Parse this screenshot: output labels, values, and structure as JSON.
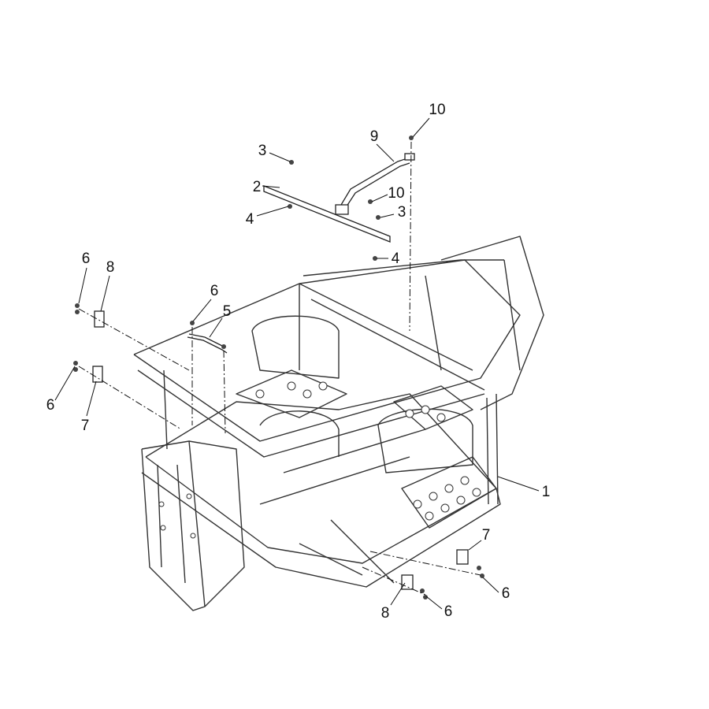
{
  "diagram": {
    "type": "exploded parts diagram",
    "line_color": "#333333",
    "callouts": [
      {
        "label": "10"
      },
      {
        "label": "9"
      },
      {
        "label": "3"
      },
      {
        "label": "2"
      },
      {
        "label": "10"
      },
      {
        "label": "3"
      },
      {
        "label": "4"
      },
      {
        "label": "4"
      },
      {
        "label": "6"
      },
      {
        "label": "8"
      },
      {
        "label": "6"
      },
      {
        "label": "5"
      },
      {
        "label": "6"
      },
      {
        "label": "7"
      },
      {
        "label": "1"
      },
      {
        "label": "7"
      },
      {
        "label": "6"
      },
      {
        "label": "8"
      },
      {
        "label": "6"
      }
    ]
  }
}
